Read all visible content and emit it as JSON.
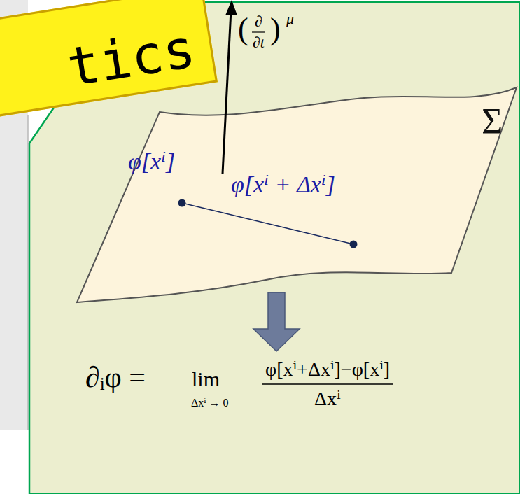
{
  "diagram": {
    "nodes": [
      {
        "text": [
          "tics"
        ]
      },
      {
        "text": [
          "Σ"
        ]
      }
    ],
    "labels": [
      "(",
      "∂",
      "∂t",
      ")",
      "μ",
      "φ[xⁱ]",
      "φ[xⁱ + Δxⁱ]",
      "∂ᵢφ =",
      "lim",
      "Δxⁱ → 0",
      "φ[xⁱ+Δxⁱ]−φ[xⁱ]",
      "Δxⁱ"
    ]
  }
}
